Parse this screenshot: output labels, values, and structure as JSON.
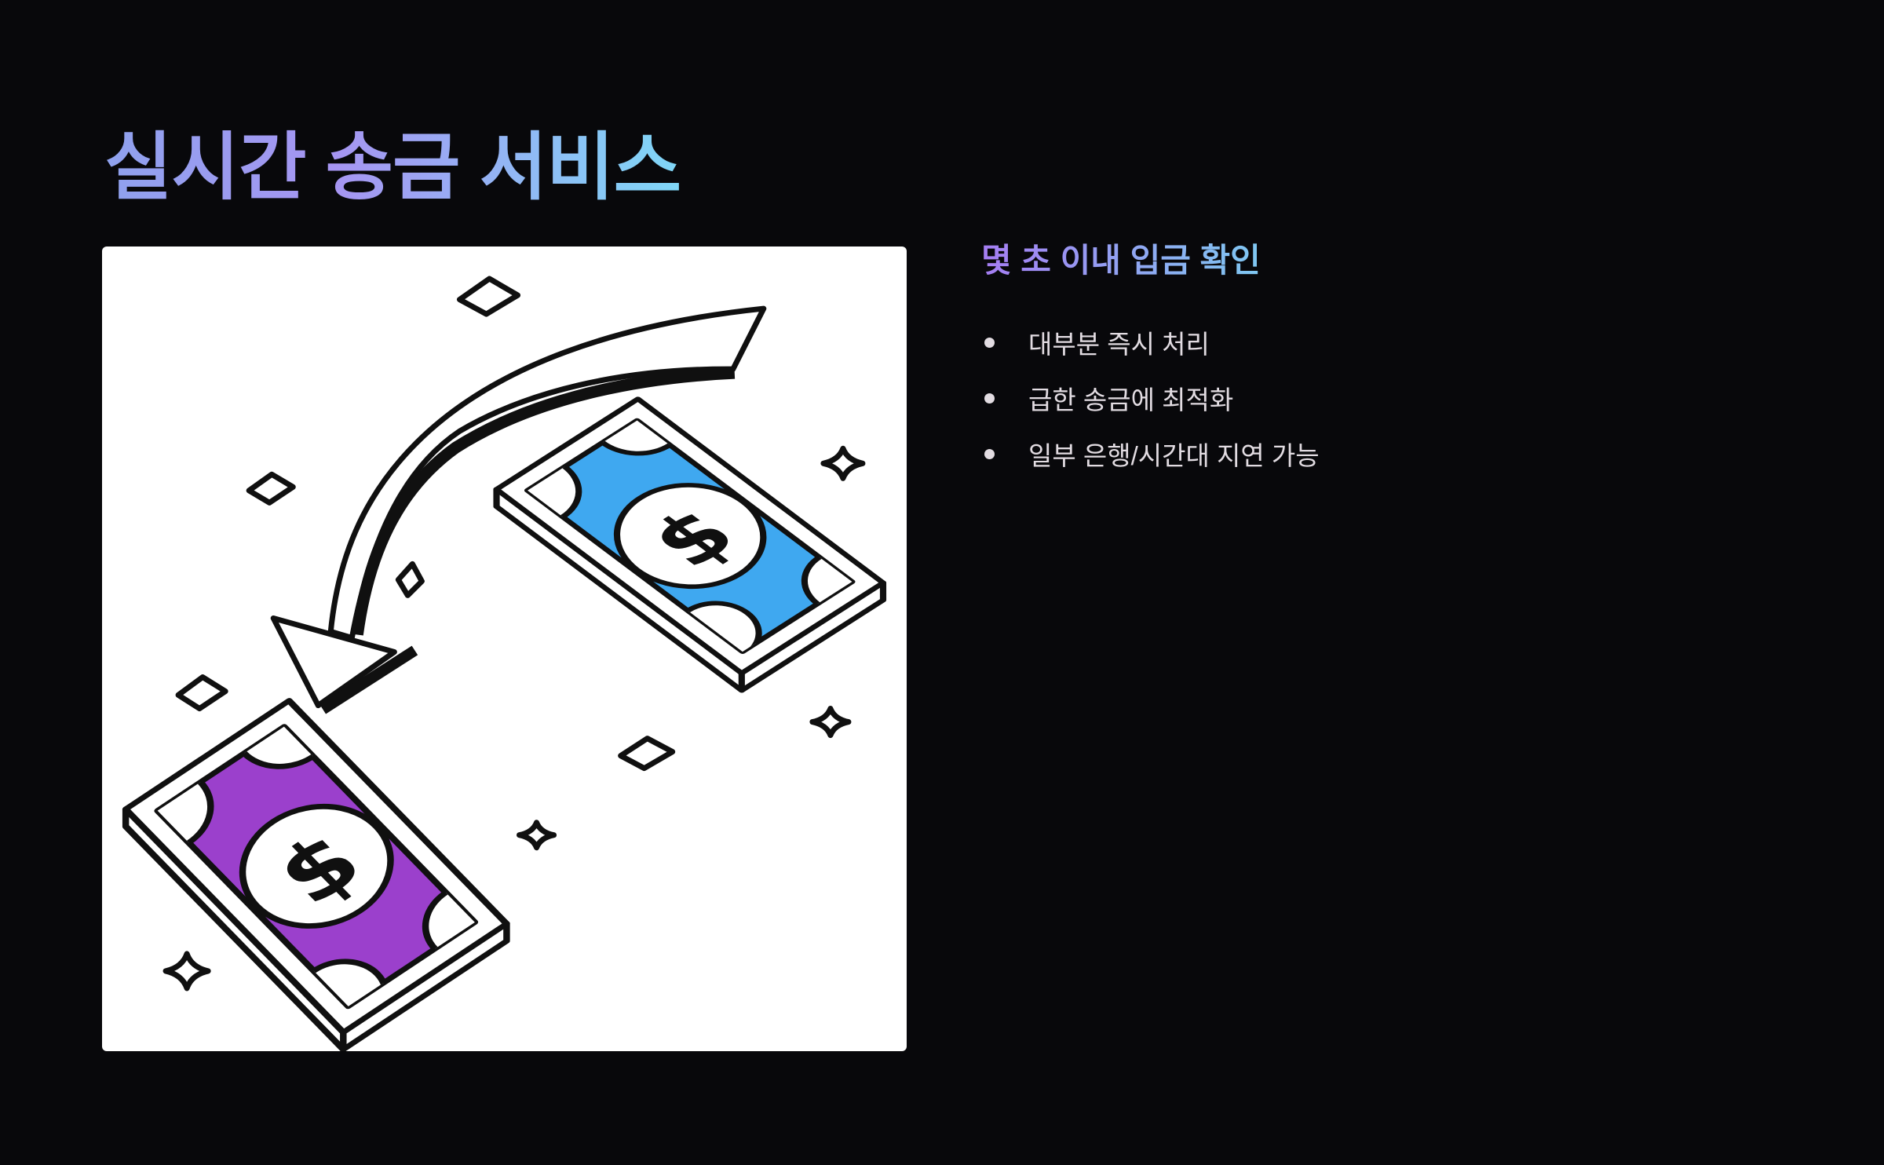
{
  "slide": {
    "title": "실시간 송금 서비스",
    "subtitle": "몇 초 이내 입금 확인",
    "bullets": [
      {
        "text": "대부분 즉시 처리"
      },
      {
        "text": "급한 송금에 최적화"
      },
      {
        "text": "일부 은행/시간대 지연 가능"
      }
    ]
  },
  "illustration": {
    "description": "isometric-money-transfer",
    "dollar_sign": "$",
    "colors": {
      "top_bill": "#3FA8F0",
      "bottom_bill": "#9B40CC",
      "ink": "#101010",
      "panel_bg": "#FFFFFF"
    }
  },
  "theme": {
    "background": "#08080B",
    "title_gradient": [
      "#8FA2EE",
      "#A695F2",
      "#7FD7F7"
    ],
    "subtitle_gradient": [
      "#A57DF2",
      "#7FC8F2"
    ],
    "body_text": "#E2DCE2"
  }
}
